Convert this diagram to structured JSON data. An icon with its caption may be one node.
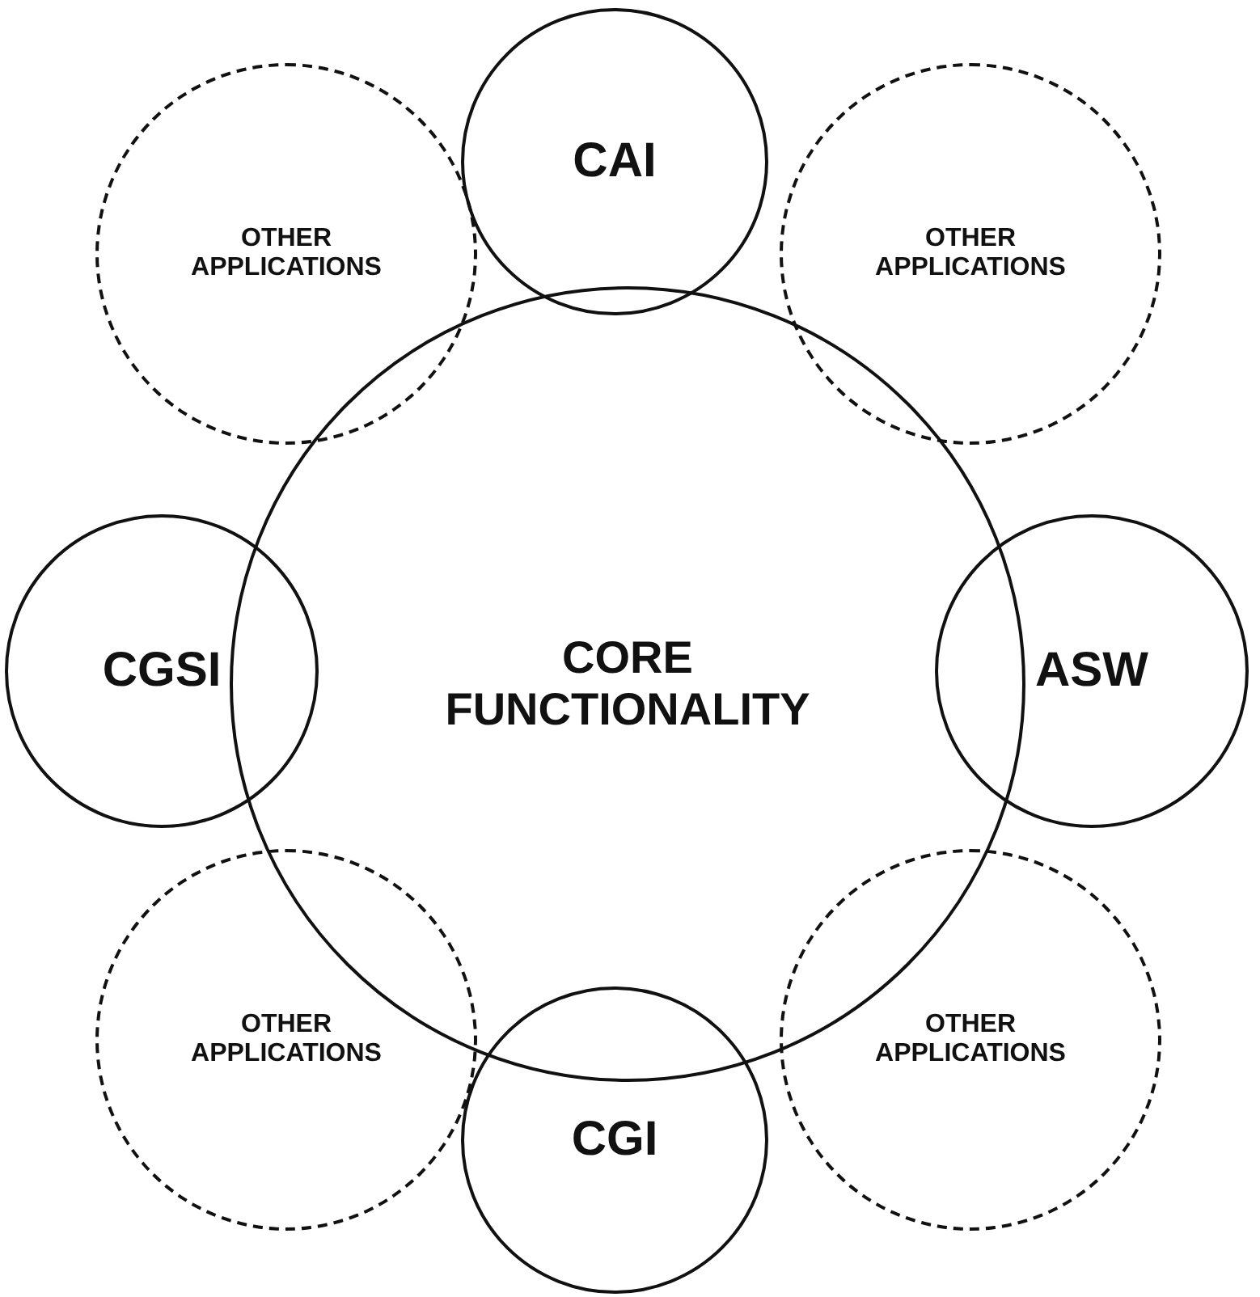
{
  "diagram": {
    "nodes": [
      {
        "text": [
          "OTHER APPLICATIONS"
        ]
      },
      {
        "text": [
          "CAI"
        ]
      },
      {
        "text": [
          "OTHER APPLICATIONS"
        ]
      },
      {
        "text": [
          "CGSI"
        ]
      },
      {
        "text": [
          "CORE FUNCTIONALITY"
        ]
      },
      {
        "text": [
          "ASW"
        ]
      },
      {
        "text": [
          "OTHER APPLICATIONS"
        ]
      },
      {
        "text": [
          "OTHER APPLICATIONS"
        ]
      },
      {
        "text": [
          "CGI"
        ]
      }
    ]
  }
}
